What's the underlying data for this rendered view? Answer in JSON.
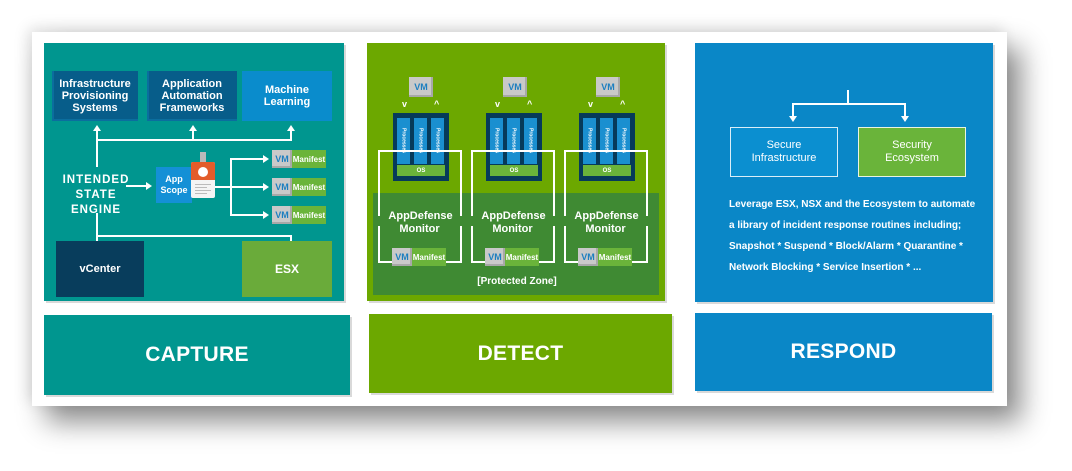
{
  "capture": {
    "label": "CAPTURE",
    "top_boxes": [
      "Infrastructure Provisioning Systems",
      "Application Automation Frameworks",
      "Machine Learning"
    ],
    "engine": [
      "INTENDED",
      "STATE",
      "ENGINE"
    ],
    "app_scope": "App Scope",
    "vm_label": "VM",
    "manifest_label": "Manifest",
    "vcenter": "vCenter",
    "esx": "ESX"
  },
  "detect": {
    "label": "DETECT",
    "vm_label": "VM",
    "processes_label": "Processes",
    "os_label": "OS",
    "monitor_label": "AppDefense Monitor",
    "manifest_label": "Manifest",
    "zone_label": "[Protected Zone]",
    "down_caret": "v",
    "up_caret": "^"
  },
  "respond": {
    "label": "RESPOND",
    "boxes": [
      "Secure Infrastructure",
      "Security Ecosystem"
    ],
    "description": "Leverage ESX, NSX and the Ecosystem to automate a library of incident response routines including; Snapshot * Suspend * Block/Alarm * Quarantine * Network Blocking * Service Insertion * ..."
  },
  "colors": {
    "capture": "#00968f",
    "detect": "#6ca800",
    "respond": "#0a87c7"
  }
}
